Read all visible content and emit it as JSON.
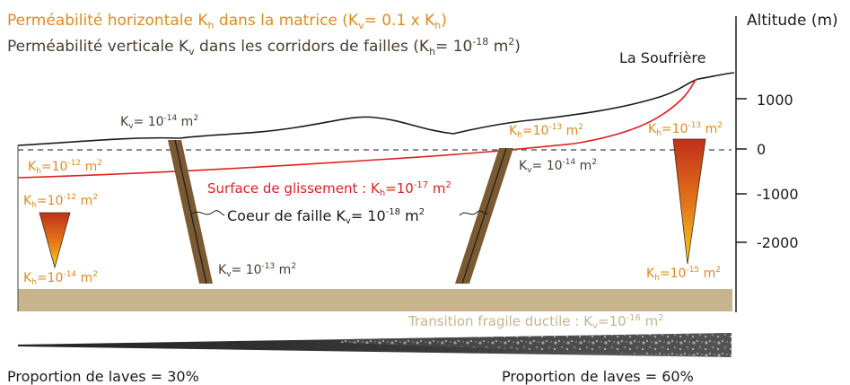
{
  "legend": {
    "line1": {
      "prefix": "Perméabilité horizontale K",
      "sub": "h",
      "mid": " dans la matrice  (K",
      "sub2": "v",
      "suffix": "= 0.1 x K",
      "sub3": "h",
      "end": ")"
    },
    "line2": {
      "prefix": "Perméabilité verticale K",
      "sub": "v",
      "mid": " dans les corridors de failles  (K",
      "sub2": "h",
      "suffix": "= 10",
      "sup": "-18",
      "end": " m",
      "sup2": "2",
      "close": ")"
    }
  },
  "axis": {
    "title": "Altitude (m)",
    "ticks": [
      "1000",
      "0",
      "-1000",
      "-2000"
    ]
  },
  "peak_label": "La Soufrière",
  "labels": {
    "kv_left_fault_top": {
      "base": "K",
      "sub": "v",
      "eq": "= 10",
      "sup": "-14",
      "unit": " m",
      "sup2": "2"
    },
    "kh_left_surface": {
      "base": "K",
      "sub": "h",
      "eq": "=10",
      "sup": "-12",
      "unit": " m",
      "sup2": "2"
    },
    "kh_left_tri_top": {
      "base": "K",
      "sub": "h",
      "eq": "=10",
      "sup": "-12",
      "unit": " m",
      "sup2": "2"
    },
    "kh_left_tri_bottom": {
      "base": "K",
      "sub": "h",
      "eq": "=10",
      "sup": "-14",
      "unit": " m",
      "sup2": "2"
    },
    "slide_surface": {
      "base": "Surface de glissement : K",
      "sub": "h",
      "eq": "=10",
      "sup": "-17",
      "unit": " m",
      "sup2": "2"
    },
    "fault_core": {
      "base": "Coeur de faille K",
      "sub": "v",
      "eq": "= 10",
      "sup": "-18",
      "unit": " m",
      "sup2": "2"
    },
    "kv_left_fault_bottom": {
      "base": "K",
      "sub": "v",
      "eq": "= 10",
      "sup": "-13",
      "unit": " m",
      "sup2": "2"
    },
    "kh_right_fault_top": {
      "base": "K",
      "sub": "h",
      "eq": "=10",
      "sup": "-13",
      "unit": " m",
      "sup2": "2"
    },
    "kv_right_fault": {
      "base": "K",
      "sub": "v",
      "eq": "= 10",
      "sup": "-14",
      "unit": " m",
      "sup2": "2"
    },
    "kh_right_tri_top": {
      "base": "K",
      "sub": "h",
      "eq": "=10",
      "sup": "-13",
      "unit": " m",
      "sup2": "2"
    },
    "kh_right_tri_bottom": {
      "base": "K",
      "sub": "h",
      "eq": "=10",
      "sup": "-15",
      "unit": " m",
      "sup2": "2"
    },
    "transition": {
      "base": "Transition fragile ductile : K",
      "sub": "v",
      "eq": "=10",
      "sup": "-16",
      "unit": " m",
      "sup2": "2"
    }
  },
  "bottom": {
    "left": "Proportion de laves = 30%",
    "right": "Proportion de laves = 60%"
  },
  "colors": {
    "orange": "#e08a1e",
    "red": "#e02020",
    "fault_brown": "#7a5a32",
    "base_layer": "#c8b48c"
  }
}
